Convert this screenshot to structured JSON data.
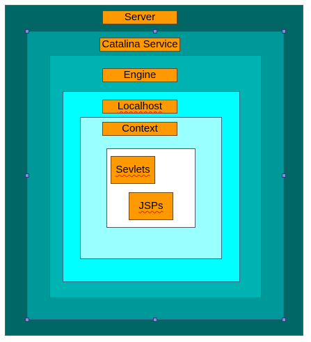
{
  "diagram": {
    "server": {
      "label": "Server"
    },
    "catalina_service": {
      "label": "Catalina Service"
    },
    "engine": {
      "label": "Engine"
    },
    "localhost": {
      "label": "Localhost"
    },
    "context": {
      "label": "Context"
    },
    "servlets": {
      "label": "Sevlets"
    },
    "jsps": {
      "label": "JSPs"
    }
  },
  "colors": {
    "server_fill": "#006666",
    "catalina_fill": "#009999",
    "engine_fill": "#00b3b3",
    "localhost_fill": "#00ffff",
    "context_fill": "#99ffff",
    "webapp_fill": "#ffffff",
    "label_fill": "#ff9900",
    "selection_handle": "#7f8fd8"
  }
}
